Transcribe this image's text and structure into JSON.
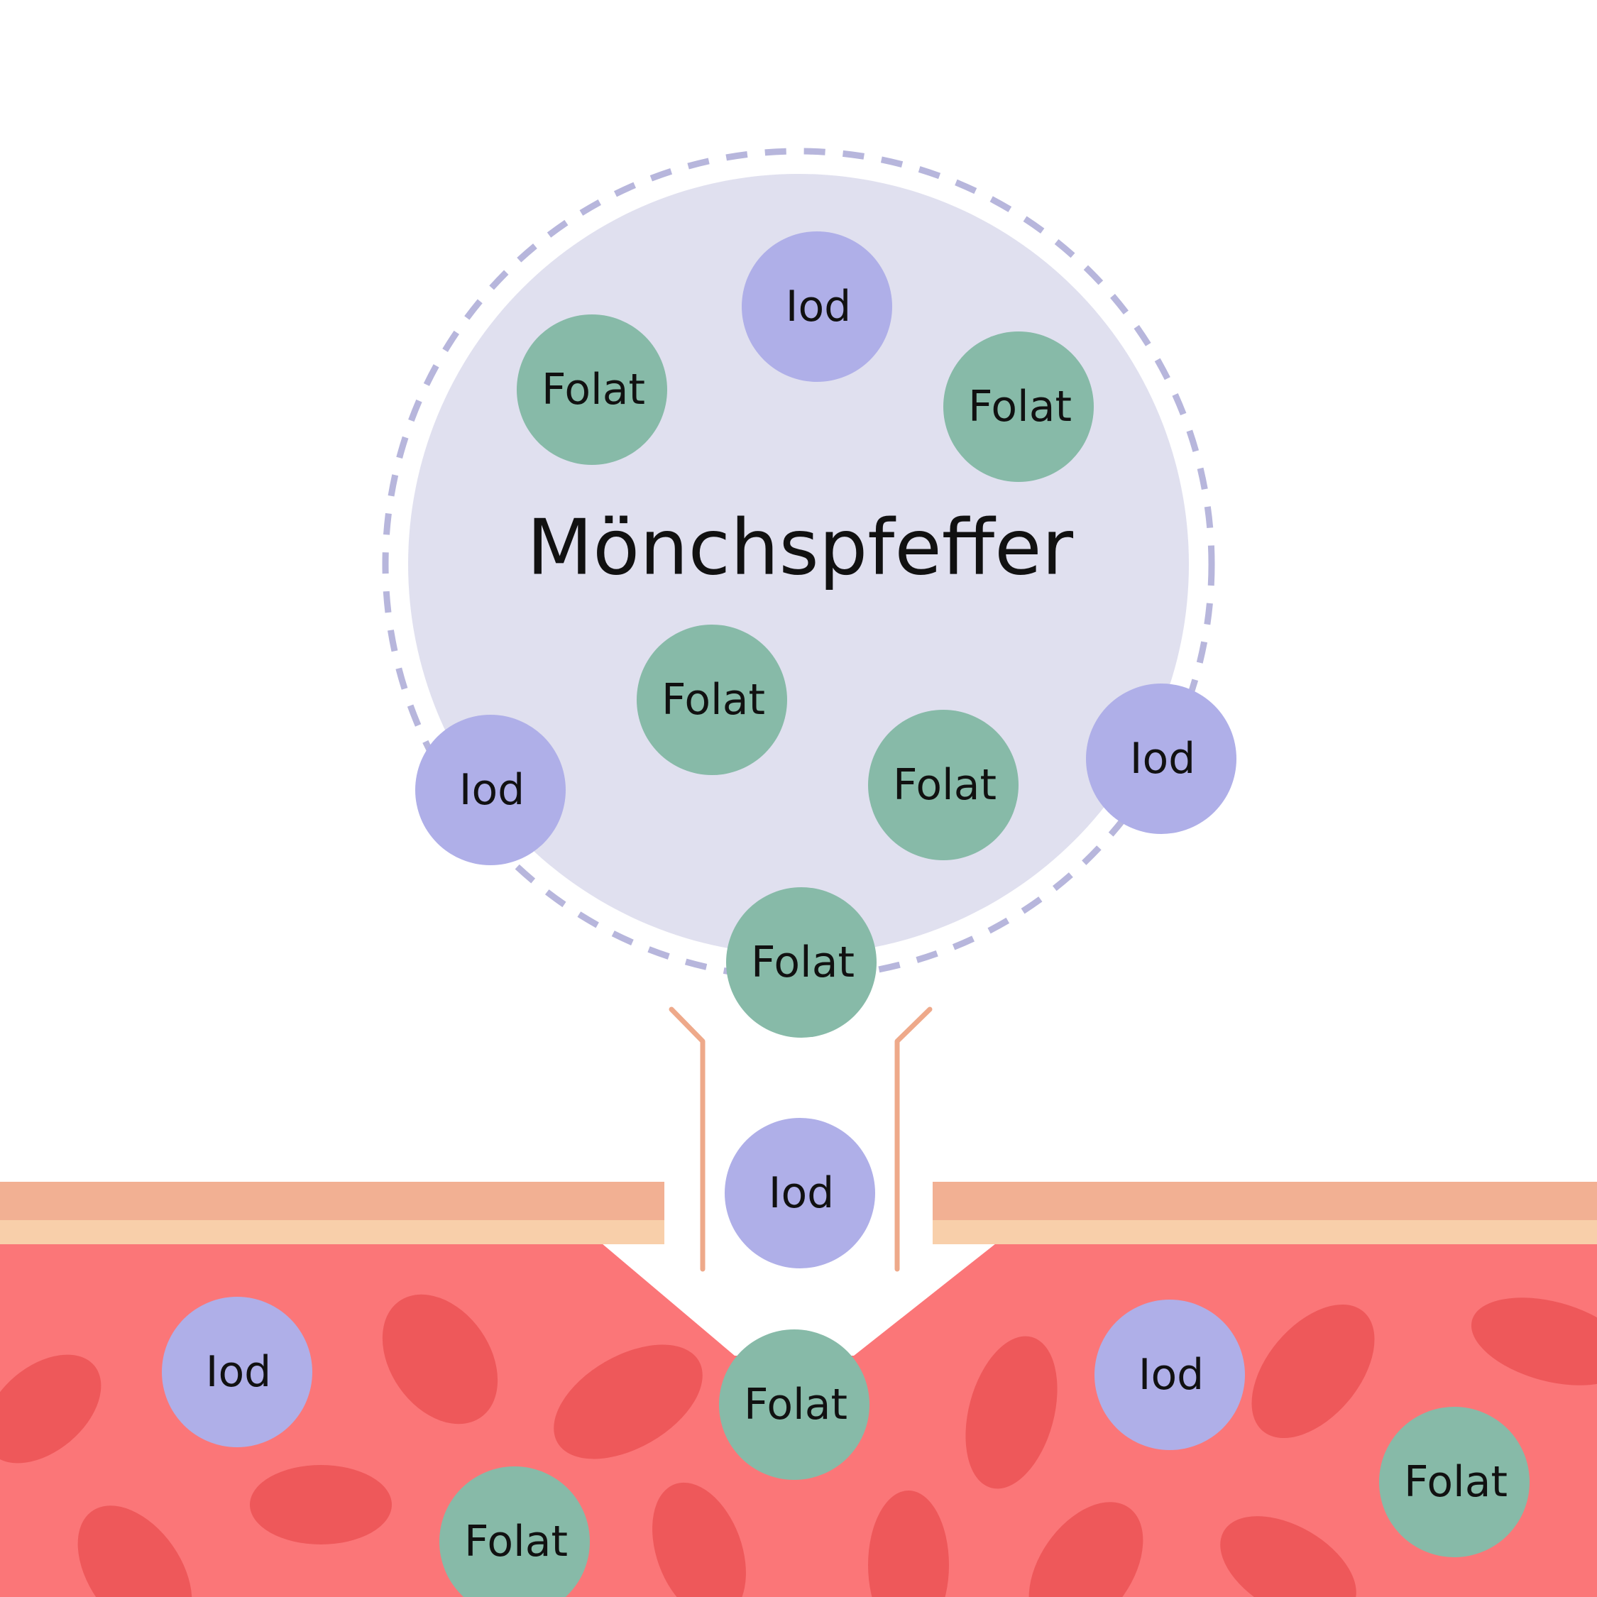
{
  "title": "Mönchspfeffer",
  "colors": {
    "background": "#ffffff",
    "capsule_fill": "#e0e0ef",
    "capsule_dash": "#b7b6dc",
    "iod": "#afafe8",
    "folat": "#87baa8",
    "blood": "#fb7678",
    "blood_cell": "#ee585a",
    "tissue_outer": "#f2b093",
    "tissue_inner": "#f8cfaa",
    "channel": "#eea98a"
  },
  "labels": {
    "iod": "Iod",
    "folat": "Folat"
  }
}
